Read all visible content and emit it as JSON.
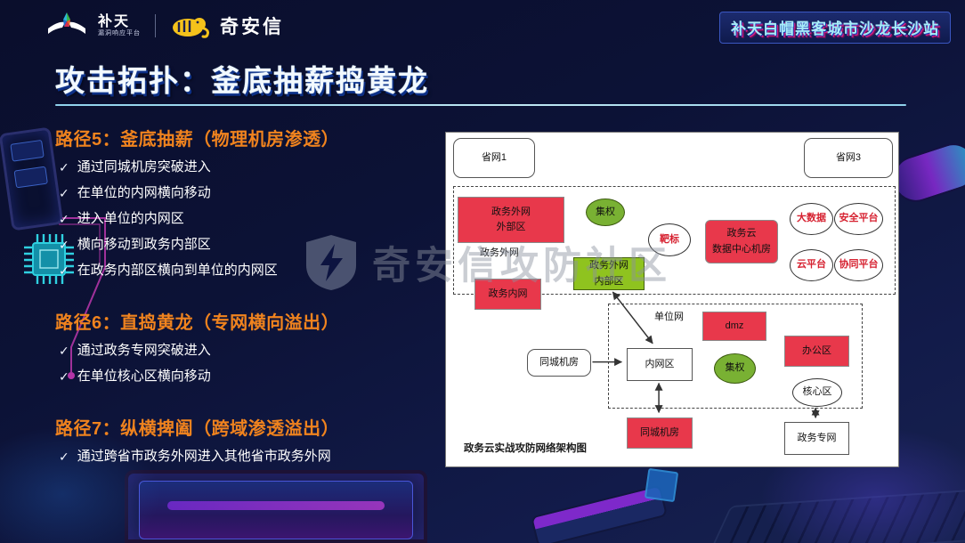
{
  "header": {
    "butian": {
      "name": "补天",
      "subtitle": "漏洞响应平台"
    },
    "qianxin": "奇安信",
    "badge": "补天白帽黑客城市沙龙长沙站"
  },
  "title": "攻击拓扑：釜底抽薪捣黄龙",
  "ui": {
    "check": "✓"
  },
  "sections": [
    {
      "heading": "路径5：釜底抽薪（物理机房渗透）",
      "items": [
        "通过同城机房突破进入",
        "在单位的内网横向移动",
        "进入单位的内网区",
        "横向移动到政务内部区",
        "在政务内部区横向到单位的内网区"
      ]
    },
    {
      "heading": "路径6：直捣黄龙（专网横向溢出）",
      "items": [
        "通过政务专网突破进入",
        "在单位核心区横向移动"
      ]
    },
    {
      "heading": "路径7：纵横捭阖（跨域渗透溢出）",
      "items": [
        "通过跨省市政务外网进入其他省市政务外网"
      ]
    }
  ],
  "watermark": {
    "text": "奇安信攻防社区"
  },
  "diagram": {
    "caption": "政务云实战攻防网络架构图",
    "nodes": {
      "provincial_net_1": "省网1",
      "provincial_net_3": "省网3",
      "gov_extranet_outer": {
        "line1": "政务外网",
        "line2": "外部区"
      },
      "centralized_top": "集权",
      "target": "靶标",
      "gov_cloud_dc": {
        "line1": "政务云",
        "line2": "数据中心机房"
      },
      "big_data": "大数据",
      "security_platform": "安全平台",
      "cloud_platform": "云平台",
      "collab_platform": "协同平台",
      "gov_extranet_label": "政务外网",
      "gov_extranet_inner": {
        "line1": "政务外网",
        "line2": "内部区"
      },
      "gov_intranet": "政务内网",
      "unit_net_label": "单位网",
      "dmz": "dmz",
      "office_zone": "办公区",
      "colocation_room_left": "同城机房",
      "intranet_zone": "内网区",
      "centralized_bottom": "集权",
      "core_zone": "核心区",
      "colocation_room_bottom": "同城机房",
      "gov_private_net": "政务专网"
    }
  },
  "colors": {
    "accent_orange": "#F0831E",
    "node_red": "#E8384B",
    "node_green": "#8FC31F",
    "divider_cyan": "#8FD2EC",
    "badge_cyan": "#A8ECF8",
    "badge_magenta": "#D81F85"
  }
}
